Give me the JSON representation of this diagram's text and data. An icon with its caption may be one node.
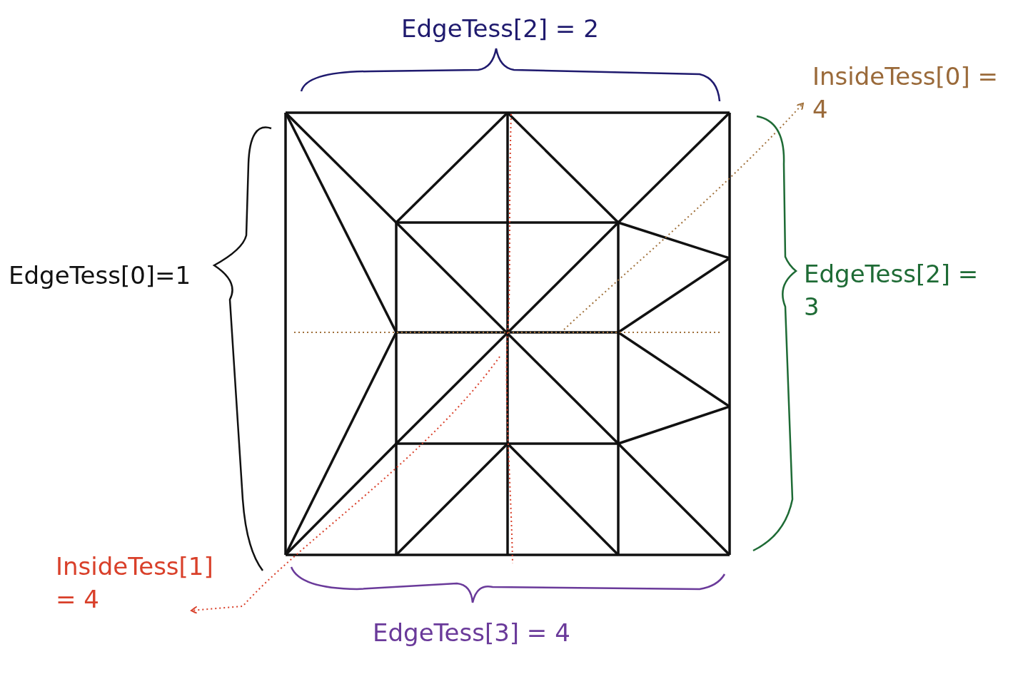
{
  "diagram": {
    "labels": [
      "EdgeTess[2] = 2",
      "InsideTess[0] = 4",
      "EdgeTess[0]=1",
      "EdgeTess[2] = 3",
      "InsideTess[1] = 4",
      "EdgeTess[3] = 4"
    ]
  }
}
